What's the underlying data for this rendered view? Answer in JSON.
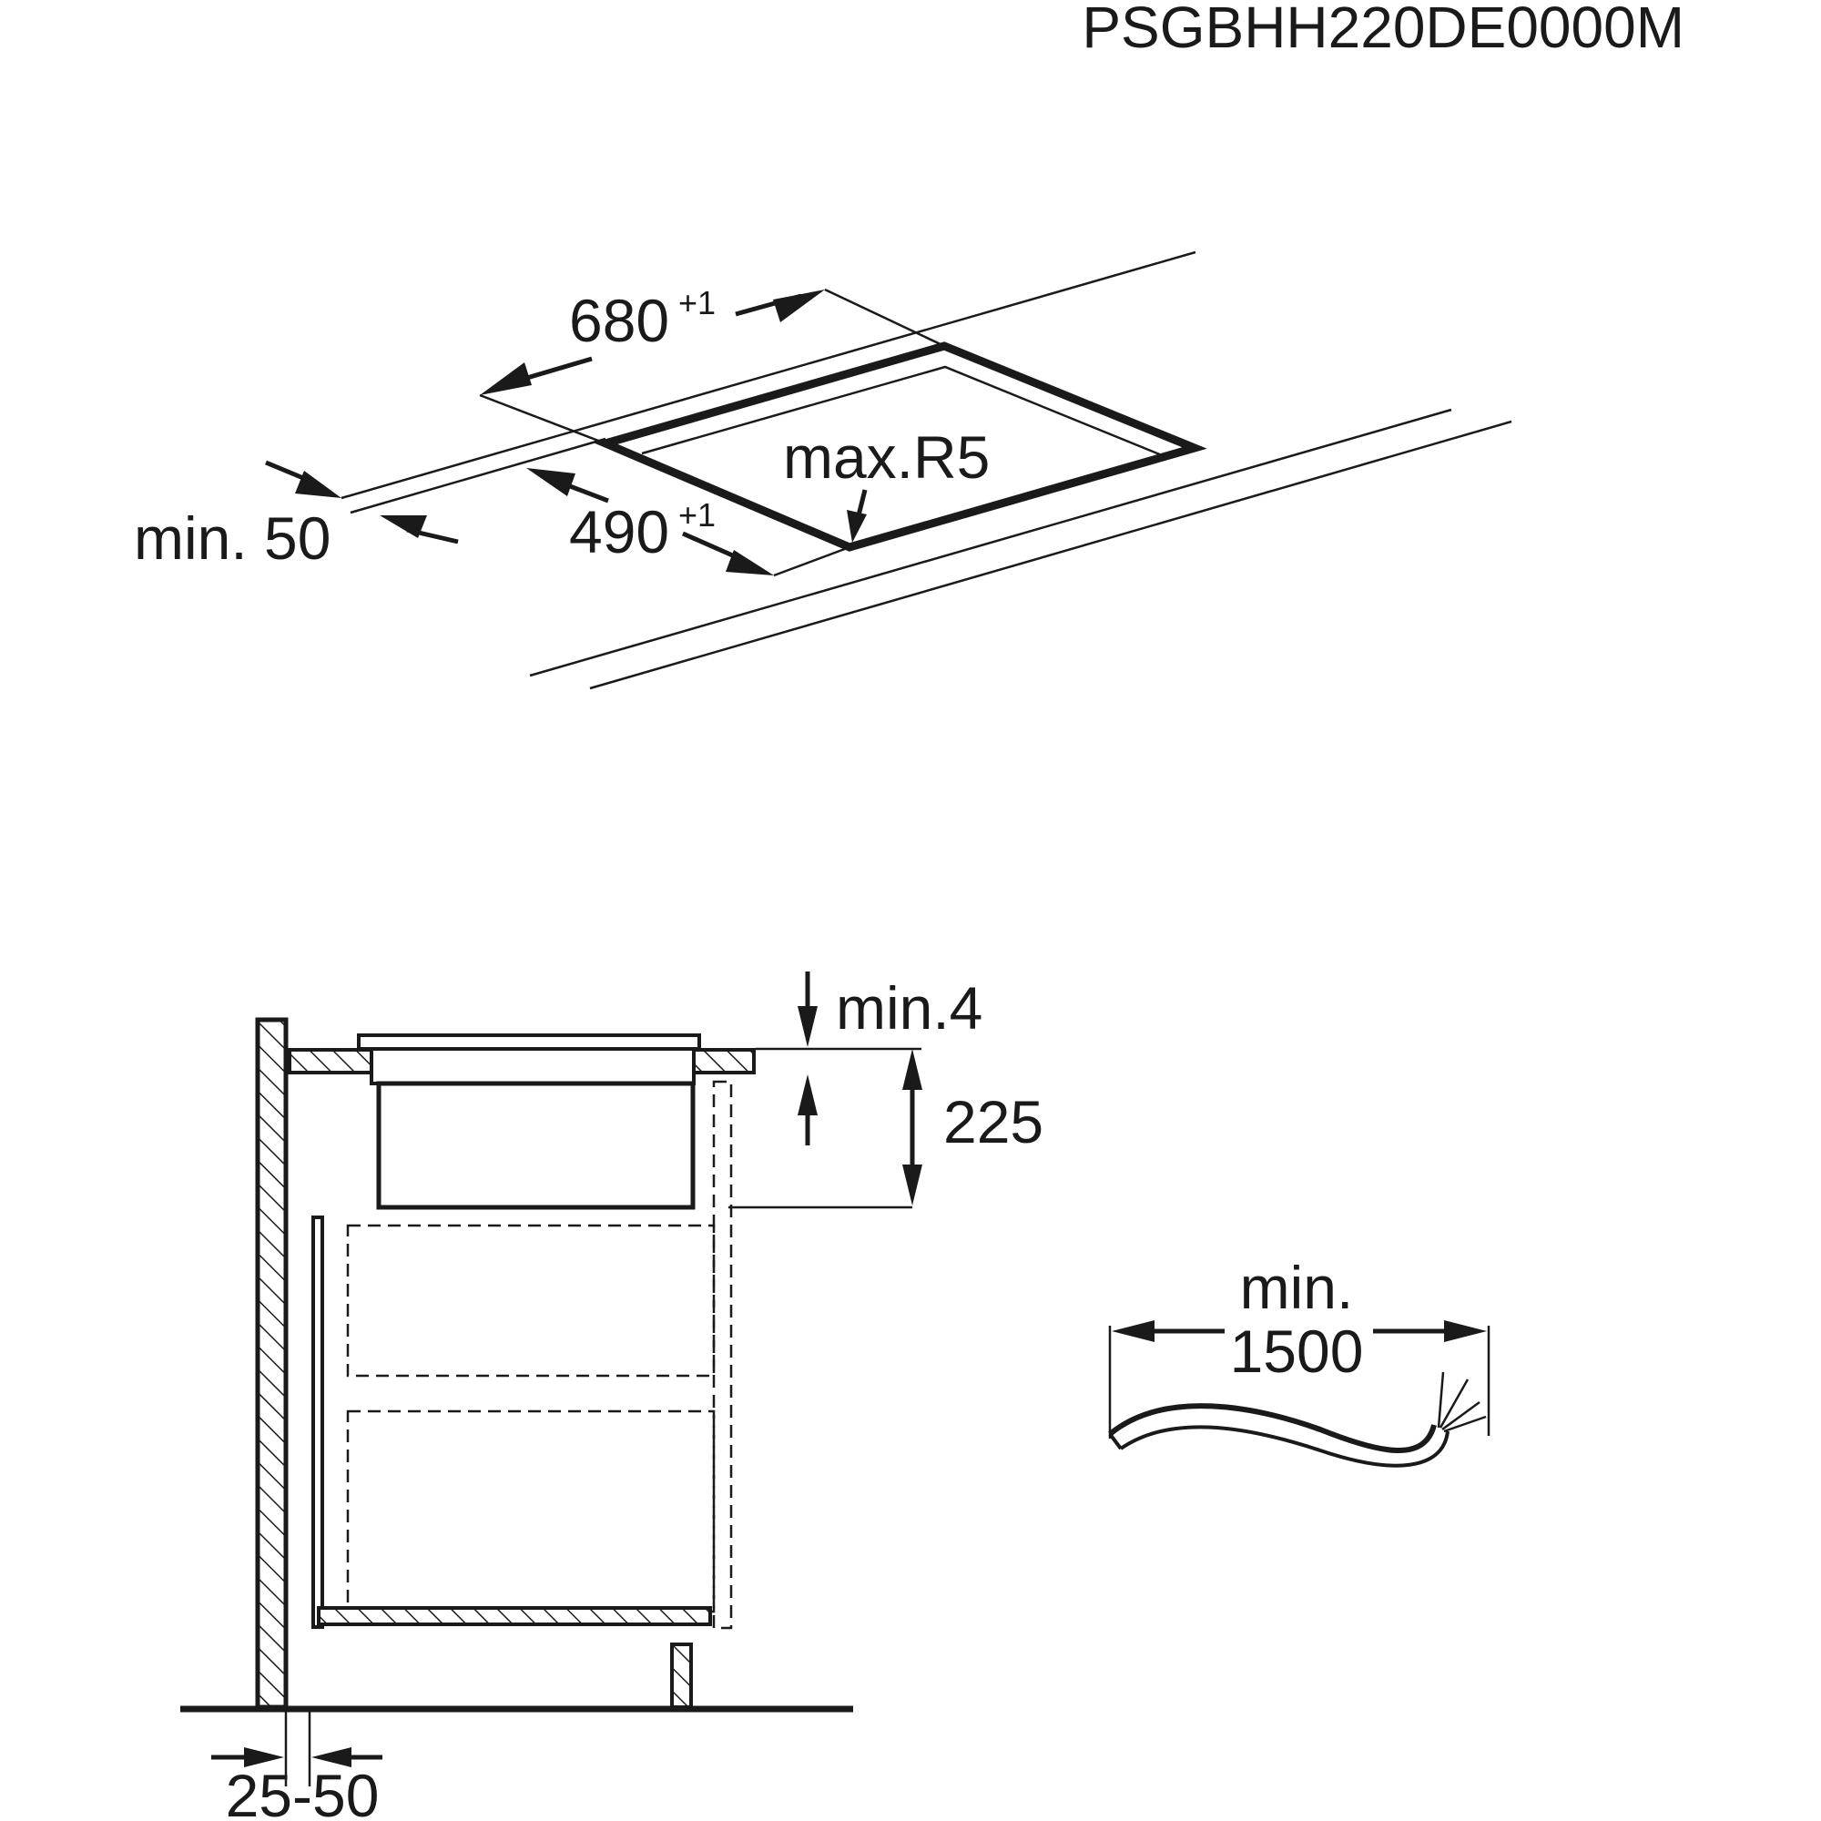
{
  "product_code": "PSGBHH220DE0000M",
  "cutout": {
    "width_value": "680",
    "width_tolerance": "+1",
    "depth_value": "490",
    "depth_tolerance": "+1",
    "corner_radius": "max.R5",
    "edge_distance": "min. 50"
  },
  "section": {
    "gap_label": "min.4",
    "height_label": "225",
    "wall_gap_label": "25-50"
  },
  "cable": {
    "length_label_line1": "min.",
    "length_label_line2": "1500"
  }
}
